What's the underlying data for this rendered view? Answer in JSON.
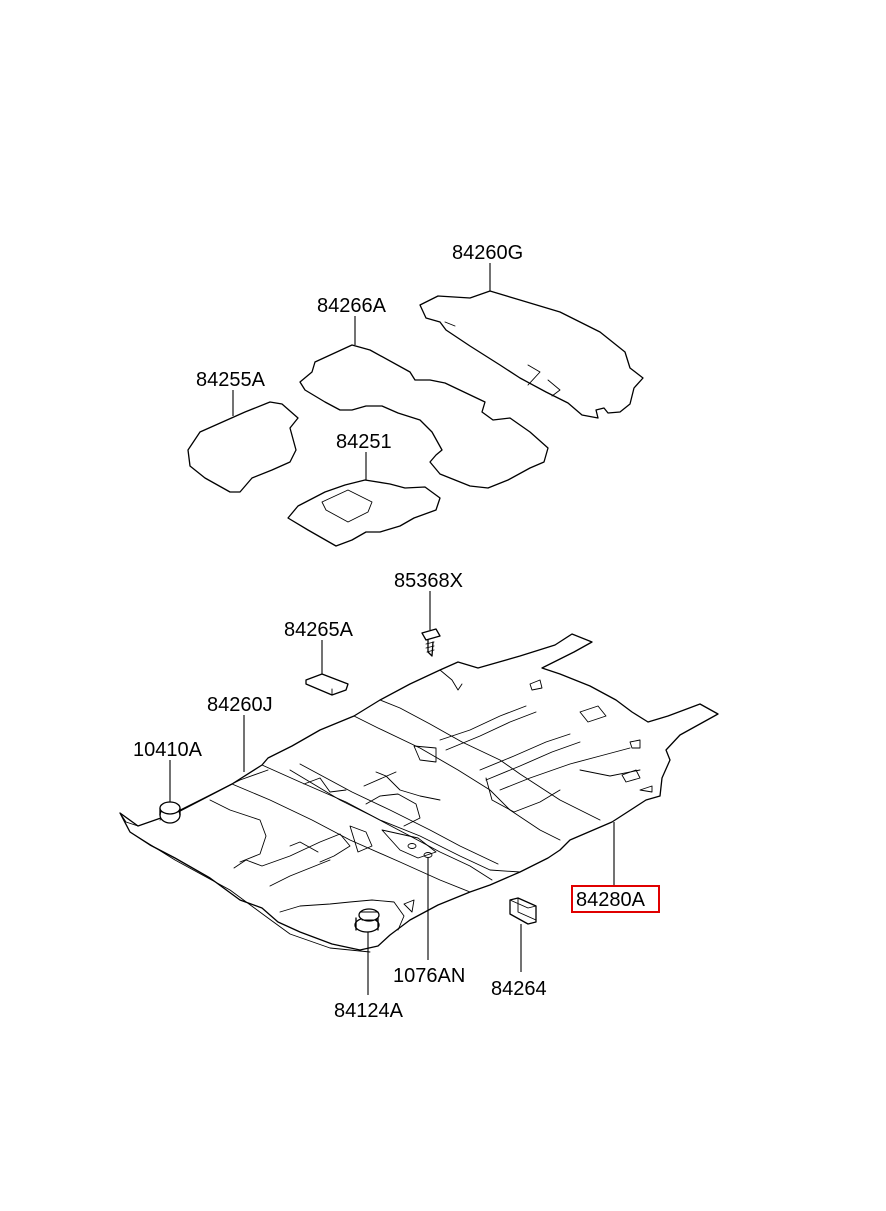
{
  "parts": [
    {
      "id": "84260G",
      "label": "84260G",
      "highlighted": false
    },
    {
      "id": "84266A",
      "label": "84266A",
      "highlighted": false
    },
    {
      "id": "84255A",
      "label": "84255A",
      "highlighted": false
    },
    {
      "id": "84251",
      "label": "84251",
      "highlighted": false
    },
    {
      "id": "85368X",
      "label": "85368X",
      "highlighted": false
    },
    {
      "id": "84265A",
      "label": "84265A",
      "highlighted": false
    },
    {
      "id": "84260J",
      "label": "84260J",
      "highlighted": false
    },
    {
      "id": "10410A",
      "label": "10410A",
      "highlighted": false
    },
    {
      "id": "84280A",
      "label": "84280A",
      "highlighted": true
    },
    {
      "id": "1076AN",
      "label": "1076AN",
      "highlighted": false
    },
    {
      "id": "84264",
      "label": "84264",
      "highlighted": false
    },
    {
      "id": "84124A",
      "label": "84124A",
      "highlighted": false
    }
  ],
  "colors": {
    "line": "#000000",
    "highlight": "#e00000",
    "background": "#ffffff"
  }
}
